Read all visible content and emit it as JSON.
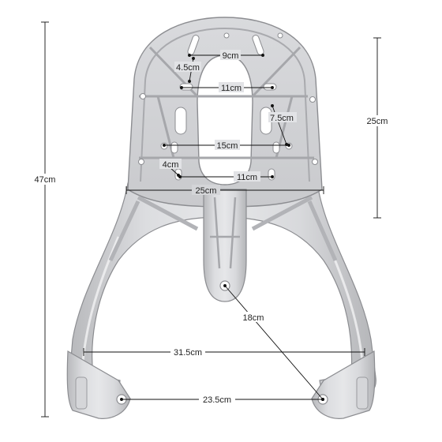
{
  "colors": {
    "metal_light": "#e4e4e6",
    "metal_mid": "#c4c5c8",
    "metal_dark": "#9a9b9f",
    "metal_edge": "#85868a",
    "line": "#111111",
    "label": "#222222"
  },
  "dimensions": {
    "total_height": "47cm",
    "plate_height": "25cm",
    "top_slot_spacing": "9cm",
    "top_slot_length": "4.5cm",
    "upper_hole_spacing": "11cm",
    "side_slot_length": "7.5cm",
    "middle_hole_spacing": "15cm",
    "lower_slot_length": "4cm",
    "lower_hole_spacing": "11cm",
    "plate_width": "25cm",
    "diagonal_length": "18cm",
    "frame_width": "31.5cm",
    "foot_hole_spacing": "23.5cm"
  }
}
